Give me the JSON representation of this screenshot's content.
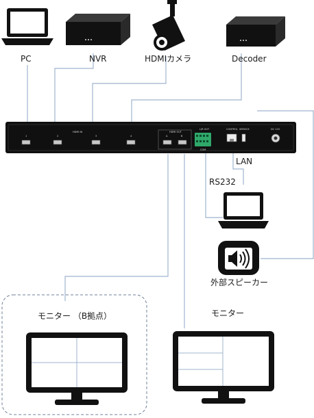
{
  "devices": {
    "pc": "PC",
    "nvr": "NVR",
    "camera": "HDMIカメラ",
    "decoder": "Decoder"
  },
  "connections": {
    "lan": "LAN",
    "rs232": "RS232"
  },
  "speaker": {
    "label": "外部スピーカー"
  },
  "monitors": {
    "left": "モニター （B拠点）",
    "right": "モニター"
  },
  "panel": {
    "hdmi_in": "HDMI IN",
    "hdmi_out": "HDMI OUT",
    "ports_in": [
      "1",
      "2",
      "3",
      "4"
    ],
    "ports_out": [
      "A",
      "B"
    ],
    "lr_out": "L/R OUT",
    "control": "CONTROL",
    "service": "SERVICE",
    "dc": "DC 12V",
    "com": "COM"
  },
  "colors": {
    "device": "#111111",
    "wire": "#9fb4cf",
    "dashed_box": "#6f7f99"
  }
}
